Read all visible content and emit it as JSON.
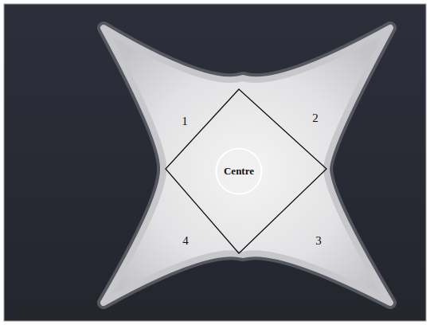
{
  "diagram": {
    "nodes": [
      {
        "text": [
          "Centre"
        ]
      }
    ],
    "labels": [
      "1",
      "2",
      "3",
      "4"
    ]
  }
}
